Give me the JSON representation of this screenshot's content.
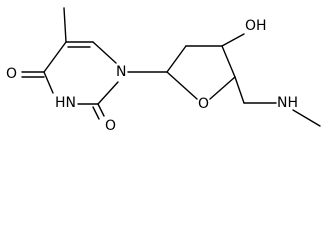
{
  "molecule": {
    "atoms": {
      "o_c4": "O",
      "nh_ring": "HN",
      "o_c2": "O",
      "n1": "N",
      "oh": "OH",
      "o_ring": "O",
      "nh_side": "NH"
    }
  },
  "colors": {
    "bond": "#000000",
    "text": "#000000",
    "background": "#ffffff"
  }
}
